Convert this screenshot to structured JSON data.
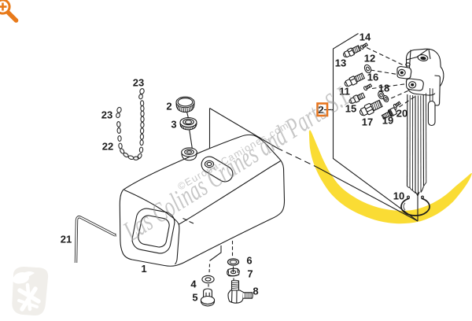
{
  "page": {
    "kind": "truck-parts exploded diagram photo (fuel tank assembly)",
    "background": "#ffffff"
  },
  "toolbar": {
    "zoom_icon": "magnifier-plus-icon"
  },
  "diagram": {
    "title_parts": "fuel tank, filler cap, retaining chain, allen key, drain bolts, fuel level sender with fittings",
    "labels": {
      "l1": "1",
      "l2": "2",
      "l3": "3",
      "l4": "4",
      "l5": "5",
      "l6": "6",
      "l7": "7",
      "l8": "8",
      "l10": "10",
      "l11": "11",
      "l12": "12",
      "l13": "13",
      "l14": "14",
      "l15": "15",
      "l16": "16",
      "l17": "17",
      "l18": "18",
      "l19": "19",
      "l20": "20",
      "l21": "21",
      "l22": "22",
      "l23_top": "23",
      "l23_left": "23",
      "highlight": "2"
    },
    "highlight": {
      "part": "2",
      "shape": "orange outlined square marker",
      "color": "#e8761f"
    },
    "swoosh": {
      "shape": "yellow marker arc highlighting sender unit",
      "color": "#fada29"
    }
  },
  "watermarks": {
    "title": "Las Colinas Cranes and Parts S.L.",
    "site": "©Europa-Camiones.com",
    "logo": "europa-camiones-figure-logo"
  },
  "colors": {
    "accent_orange": "#e8761f",
    "highlight_yellow": "#fada29",
    "line": "#1c1c1c",
    "watermark_gray": "#9a9a9a",
    "logo_gray": "#f0eeea"
  }
}
